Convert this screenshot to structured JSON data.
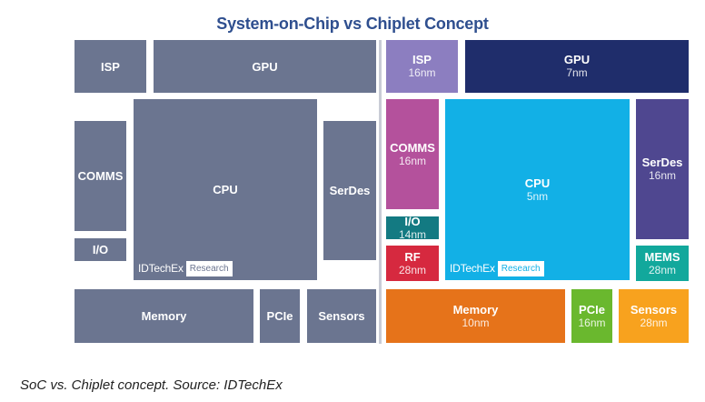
{
  "title": "System-on-Chip vs Chiplet Concept",
  "caption": "SoC vs. Chiplet concept. Source: IDTechEx",
  "watermark": {
    "brand": "IDTechEx",
    "label": "Research"
  },
  "colors": {
    "soc_gray": "#6b7590",
    "isp": "#8c7ec0",
    "gpu": "#1f2d6b",
    "comms": "#b4519c",
    "io": "#137a82",
    "rf": "#d6293f",
    "cpu": "#12b0e6",
    "serdes": "#4f4790",
    "mems": "#12a89c",
    "memory": "#e6731a",
    "pcie": "#6ab82e",
    "sensors": "#f8a21e"
  },
  "soc": {
    "isp": "ISP",
    "gpu": "GPU",
    "comms": "COMMS",
    "io": "I/O",
    "cpu": "CPU",
    "serdes": "SerDes",
    "memory": "Memory",
    "pcie": "PCIe",
    "sensors": "Sensors"
  },
  "chiplet": {
    "isp": {
      "name": "ISP",
      "node": "16nm"
    },
    "gpu": {
      "name": "GPU",
      "node": "7nm"
    },
    "comms": {
      "name": "COMMS",
      "node": "16nm"
    },
    "io": {
      "name": "I/O",
      "node": "14nm"
    },
    "rf": {
      "name": "RF",
      "node": "28nm"
    },
    "cpu": {
      "name": "CPU",
      "node": "5nm"
    },
    "serdes": {
      "name": "SerDes",
      "node": "16nm"
    },
    "mems": {
      "name": "MEMS",
      "node": "28nm"
    },
    "memory": {
      "name": "Memory",
      "node": "10nm"
    },
    "pcie": {
      "name": "PCIe",
      "node": "16nm"
    },
    "sensors": {
      "name": "Sensors",
      "node": "28nm"
    }
  }
}
